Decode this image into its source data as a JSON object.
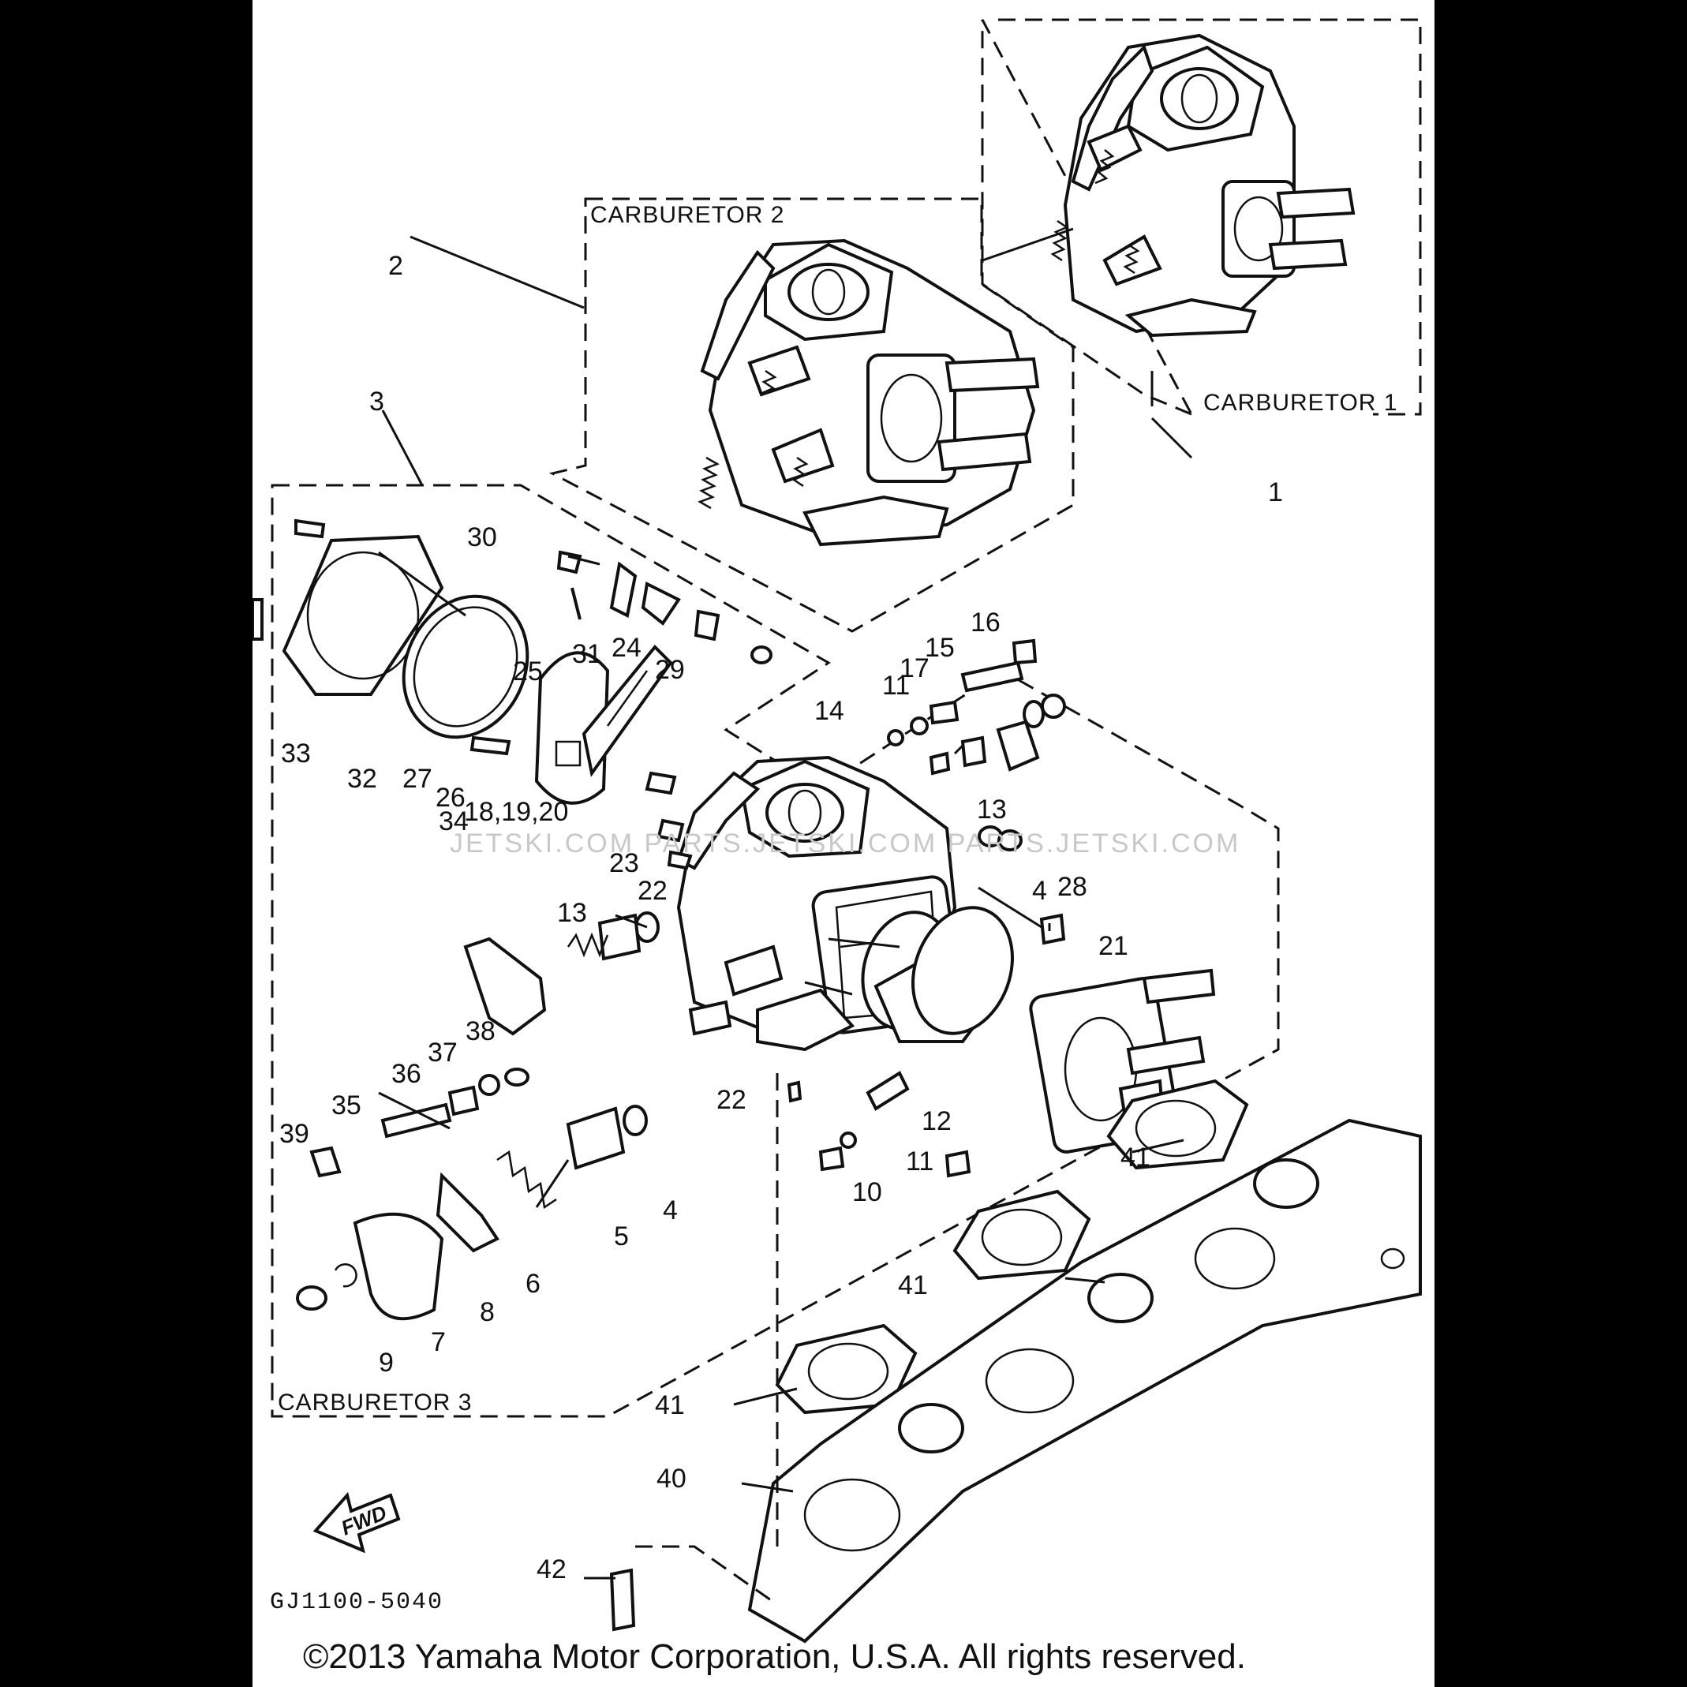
{
  "diagram": {
    "groups": {
      "carb1": "CARBURETOR 1",
      "carb2": "CARBURETOR 2",
      "carb3": "CARBURETOR 3"
    },
    "callouts": [
      "1",
      "2",
      "3",
      "4",
      "4",
      "5",
      "6",
      "7",
      "8",
      "9",
      "10",
      "11",
      "11",
      "12",
      "13",
      "13",
      "14",
      "15",
      "16",
      "17",
      "18,19,20",
      "21",
      "22",
      "22",
      "23",
      "24",
      "25",
      "26",
      "27",
      "28",
      "29",
      "30",
      "31",
      "32",
      "33",
      "34",
      "35",
      "36",
      "37",
      "38",
      "39",
      "40",
      "41",
      "41",
      "41",
      "42"
    ],
    "watermark": "JETSKI.COM    PARTS.JETSKI.COM    PARTS.JETSKI.COM",
    "direction_label": "FWD",
    "drawing_code": "GJ1100-5040",
    "copyright": "©2013 Yamaha Motor Corporation, U.S.A. All rights reserved."
  }
}
